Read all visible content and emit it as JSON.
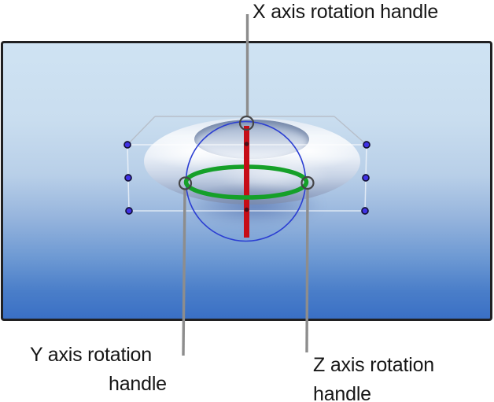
{
  "callouts": {
    "x": {
      "label": "X axis rotation handle"
    },
    "y": {
      "line1": "Y axis rotation",
      "line2": "handle"
    },
    "z": {
      "line1": "Z axis rotation",
      "line2": "handle"
    }
  },
  "colors": {
    "x_axis_red": "#c60d17",
    "rotation_ring_green": "#15a029",
    "rotation_sphere_blue": "#2b3ed2",
    "handle_ring_gray": "#454547",
    "selection_dot_blue": "#4032e6",
    "selection_dot_outline": "#14123b",
    "bounding_box_line": "#b6bcc6",
    "callout_line_gray": "#8d8d8d",
    "viewport_border": "#202022",
    "background_top": "#cfe3f3",
    "background_bottom": "#3a70c5"
  }
}
